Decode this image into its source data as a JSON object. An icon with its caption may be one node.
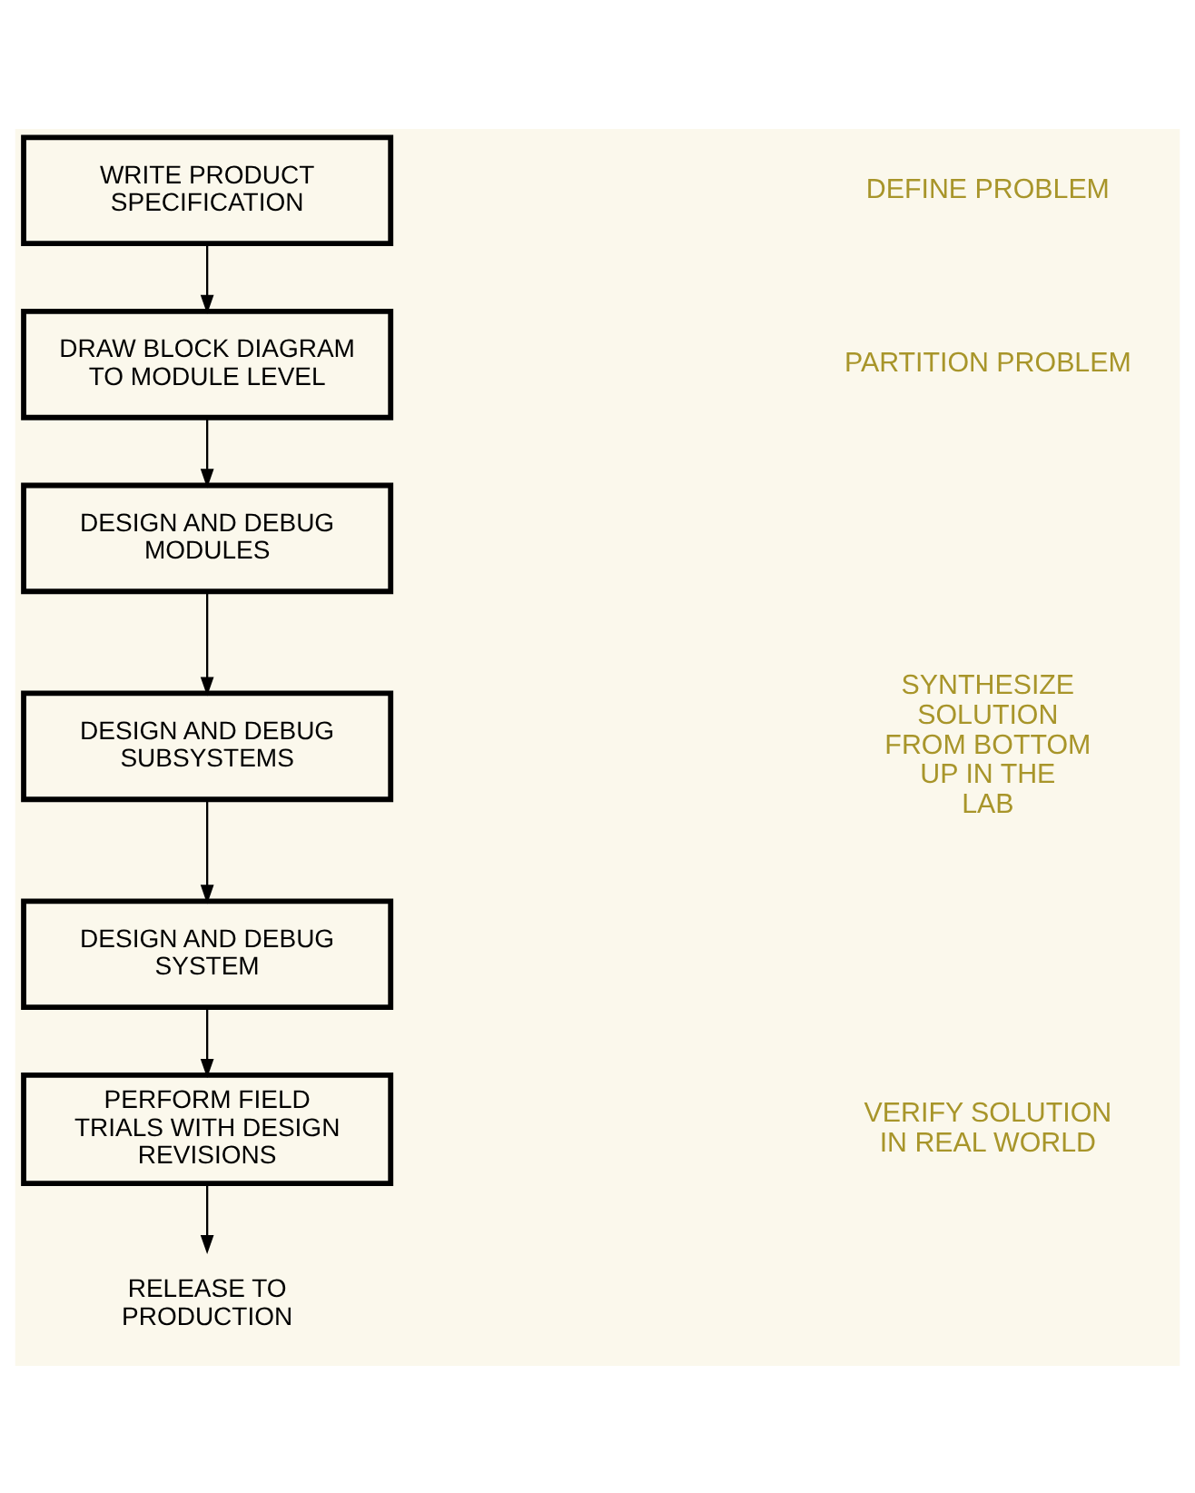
{
  "diagram": {
    "nodes": [
      {
        "text": [
          "WRITE PRODUCT SPECIFICATION"
        ]
      },
      {
        "text": [
          "DRAW BLOCK DIAGRAM TO MODULE LEVEL"
        ]
      },
      {
        "text": [
          "DESIGN AND DEBUG MODULES"
        ]
      },
      {
        "text": [
          "DESIGN AND DEBUG SUBSYSTEMS"
        ]
      },
      {
        "text": [
          "DESIGN AND DEBUG SYSTEM"
        ]
      },
      {
        "text": [
          "PERFORM FIELD TRIALS WITH DESIGN REVISIONS"
        ]
      },
      {
        "text": [
          "RELEASE TO PRODUCTION"
        ]
      }
    ],
    "edges": [
      {
        "from": 0,
        "to": 1,
        "arrow": "to"
      },
      {
        "from": 1,
        "to": 2,
        "arrow": "to"
      },
      {
        "from": 2,
        "to": 3,
        "arrow": "to"
      },
      {
        "from": 3,
        "to": 4,
        "arrow": "to"
      },
      {
        "from": 4,
        "to": 5,
        "arrow": "to"
      },
      {
        "from": 5,
        "to": 6,
        "arrow": "to"
      }
    ],
    "labels": [
      "DEFINE PROBLEM",
      "PARTITION PROBLEM",
      "SYNTHESIZE SOLUTION FROM BOTTOM UP IN THE LAB",
      "VERIFY SOLUTION IN REAL WORLD"
    ]
  }
}
